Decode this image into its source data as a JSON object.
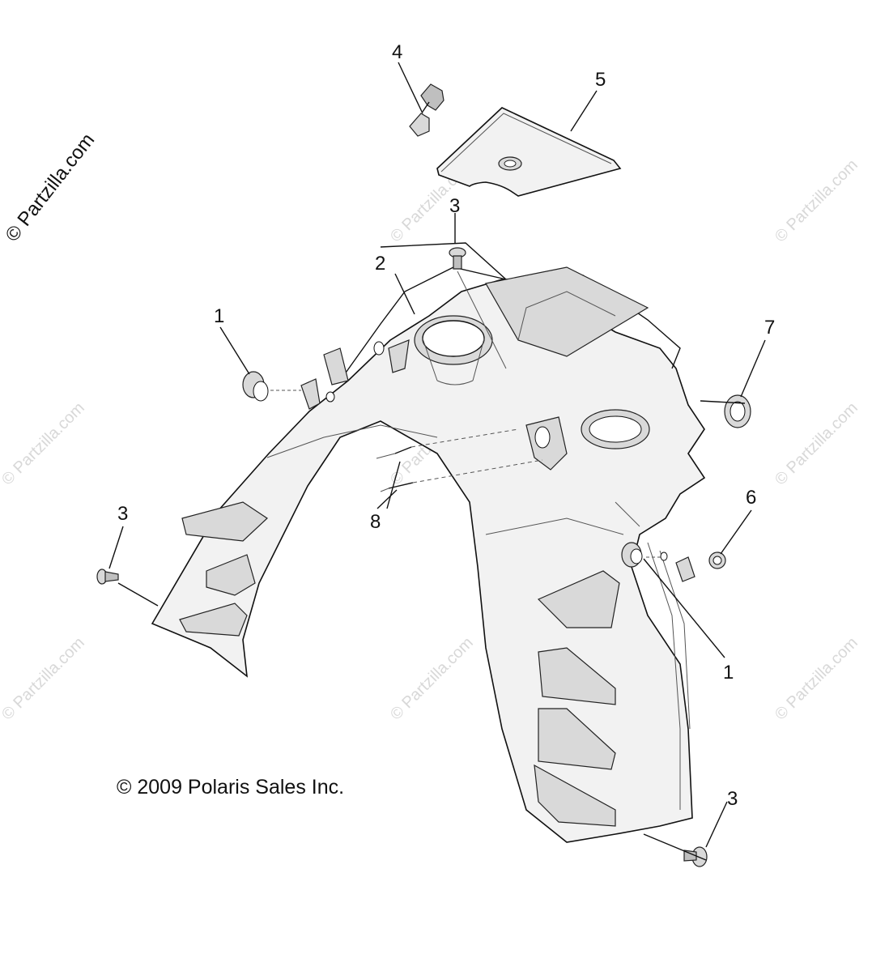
{
  "copyright": "© 2009 Polaris Sales Inc.",
  "watermark_text": "© Partzilla.com",
  "callouts": {
    "c1_left": "1",
    "c1_right": "1",
    "c2": "2",
    "c3_top": "3",
    "c3_left": "3",
    "c3_bottom": "3",
    "c4": "4",
    "c5": "5",
    "c6": "6",
    "c7": "7",
    "c8": "8"
  }
}
